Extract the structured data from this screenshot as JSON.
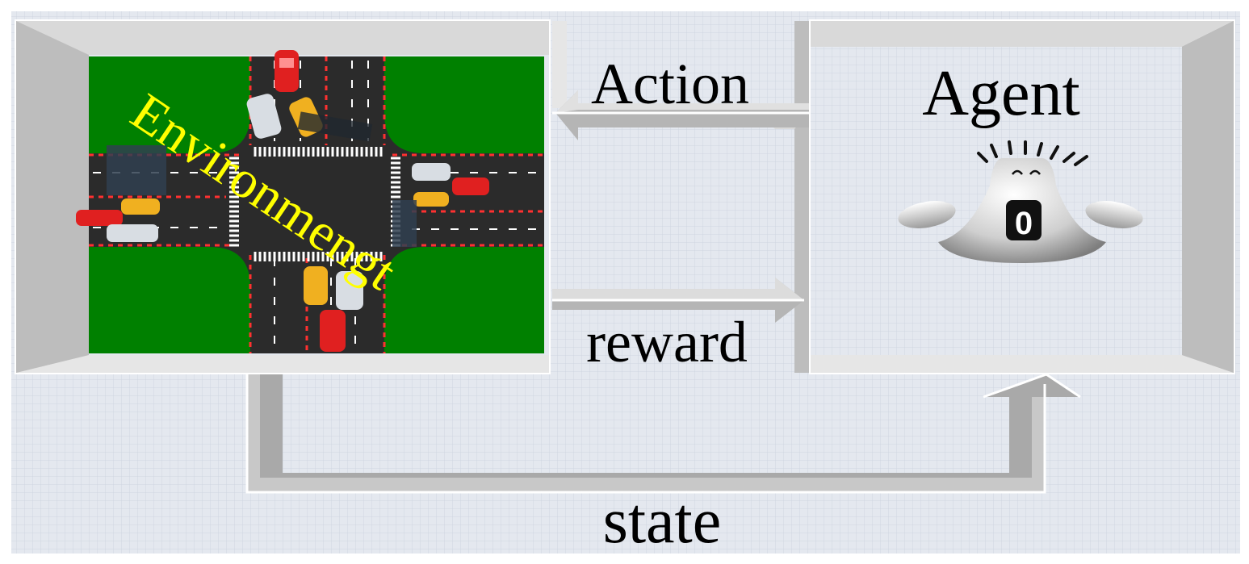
{
  "environment": {
    "title": "Environmengt"
  },
  "agent": {
    "title": "Agent",
    "badge": "0"
  },
  "arrows": {
    "action": "Action",
    "reward": "reward",
    "state": "state"
  },
  "colors": {
    "grass": "#008000",
    "road": "#2b2b2b",
    "env_text": "#ffff00",
    "frame": "#b8b8b8",
    "background": "#e4e8ef"
  }
}
